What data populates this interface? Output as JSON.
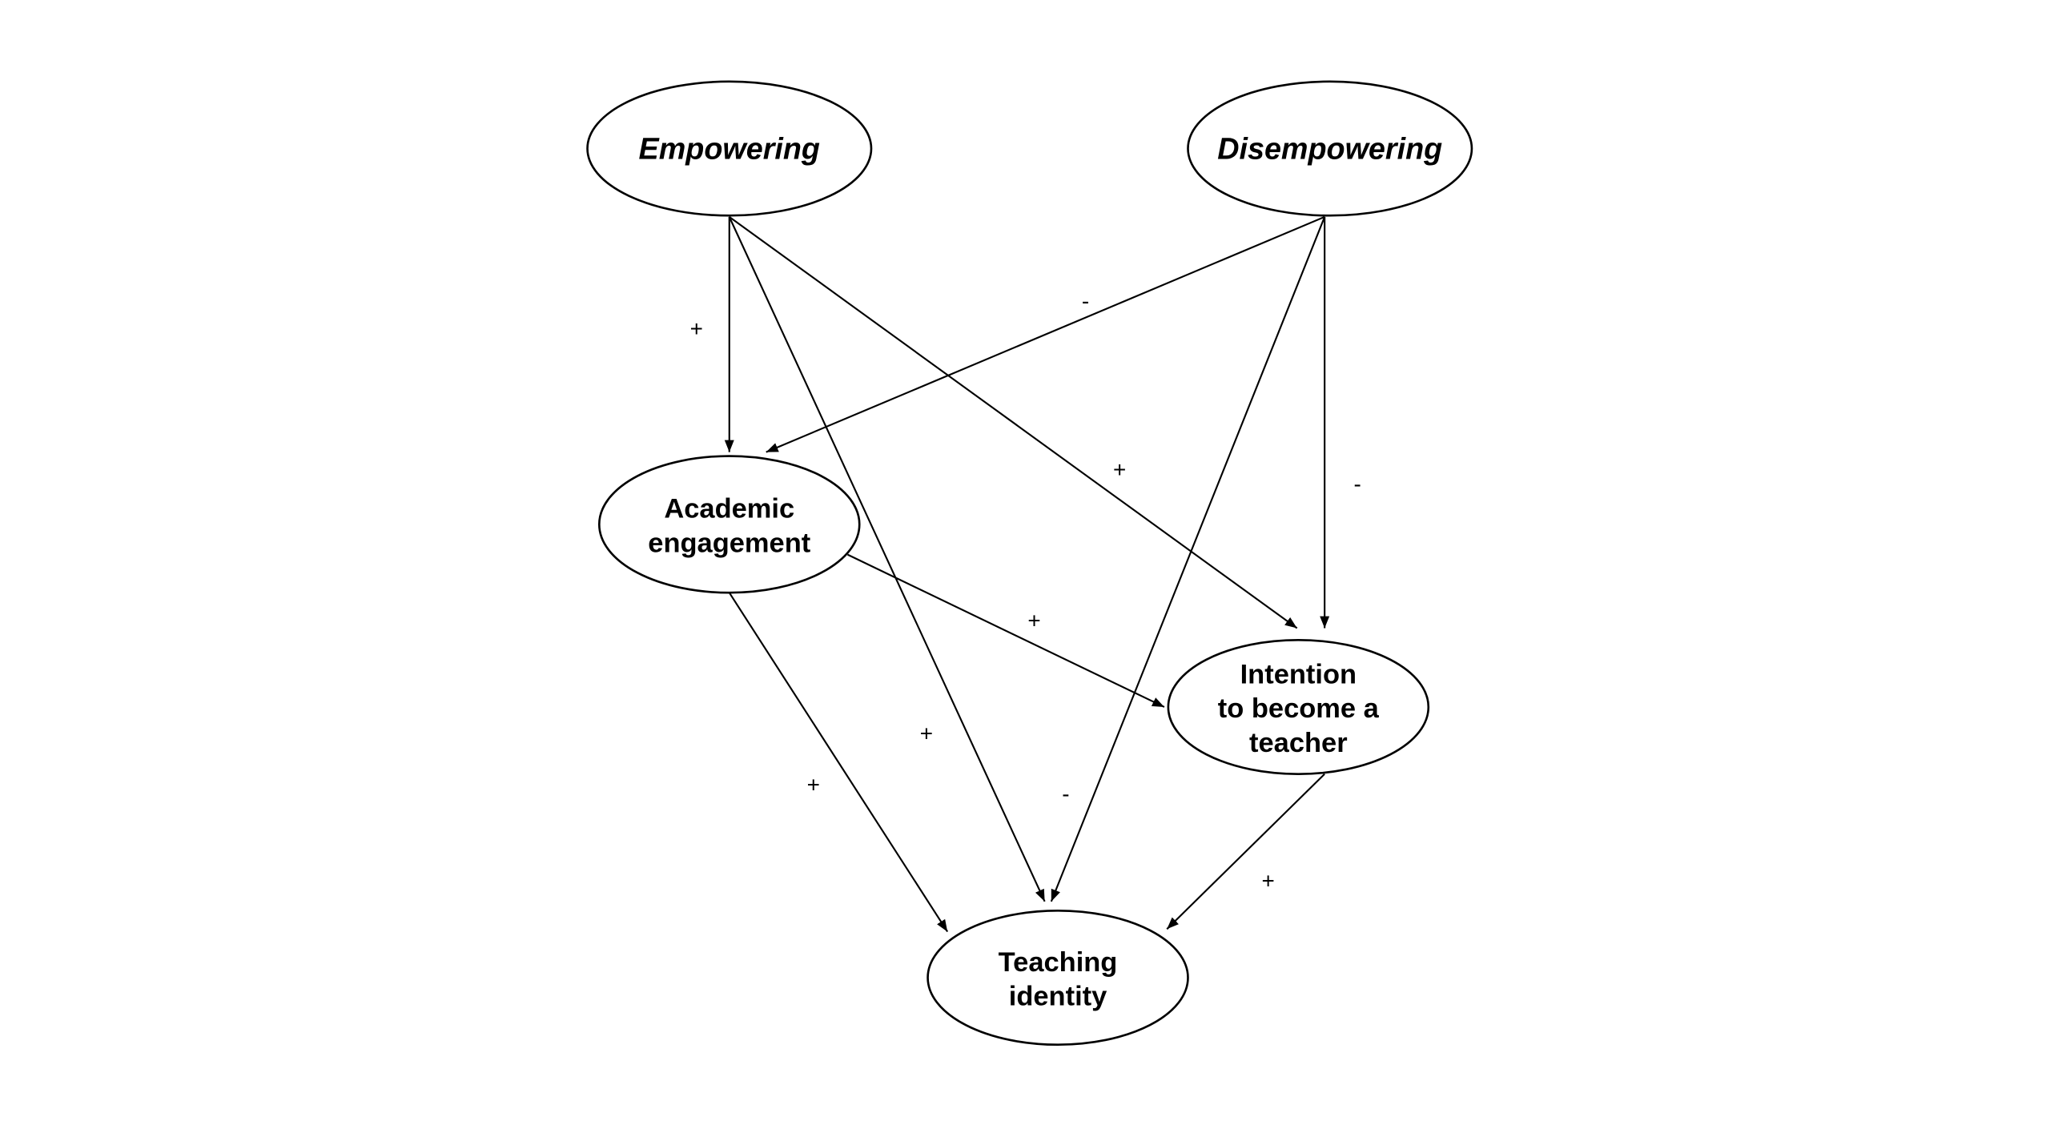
{
  "diagram": {
    "type": "path-model",
    "nodes": [
      {
        "id": "empowering",
        "label_lines": [
          "Empowering"
        ],
        "italic": true
      },
      {
        "id": "disempowering",
        "label_lines": [
          "Disempowering"
        ],
        "italic": true
      },
      {
        "id": "academic",
        "label_lines": [
          "Academic",
          "engagement"
        ],
        "italic": false
      },
      {
        "id": "intention",
        "label_lines": [
          "Intention",
          "to become a",
          "teacher"
        ],
        "italic": false
      },
      {
        "id": "identity",
        "label_lines": [
          "Teaching",
          "identity"
        ],
        "italic": false
      }
    ],
    "edges": [
      {
        "from": "empowering",
        "to": "academic",
        "sign": "+"
      },
      {
        "from": "empowering",
        "to": "intention",
        "sign": "+"
      },
      {
        "from": "empowering",
        "to": "identity",
        "sign": "+"
      },
      {
        "from": "disempowering",
        "to": "academic",
        "sign": "-"
      },
      {
        "from": "disempowering",
        "to": "intention",
        "sign": "-"
      },
      {
        "from": "disempowering",
        "to": "identity",
        "sign": "-"
      },
      {
        "from": "academic",
        "to": "intention",
        "sign": "+"
      },
      {
        "from": "academic",
        "to": "identity",
        "sign": "+"
      },
      {
        "from": "intention",
        "to": "identity",
        "sign": "+"
      }
    ]
  }
}
